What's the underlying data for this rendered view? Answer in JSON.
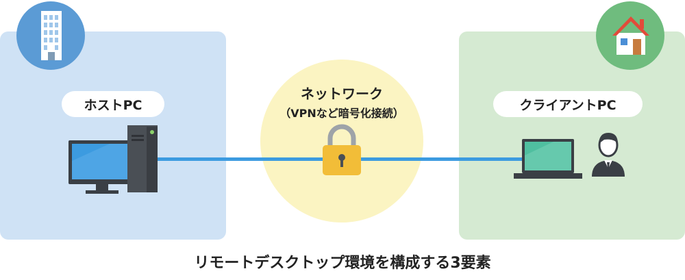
{
  "diagram": {
    "host_label": "ホストPC",
    "client_label": "クライアントPC",
    "network_title": "ネットワーク",
    "network_subtitle": "（VPNなど暗号化接続）",
    "caption": "リモートデスクトップ環境を構成する3要素"
  },
  "colors": {
    "host_panel": "#cfe2f5",
    "client_panel": "#d5ead2",
    "network_circle": "#fbf4c2",
    "cable": "#3c9be0",
    "building_badge": "#5b9bd5",
    "house_badge": "#6fbc7e",
    "lock": "#f2bd38"
  },
  "icons": [
    "building-icon",
    "house-icon",
    "desktop-monitor-icon",
    "pc-tower-icon",
    "padlock-icon",
    "laptop-icon",
    "user-icon"
  ]
}
